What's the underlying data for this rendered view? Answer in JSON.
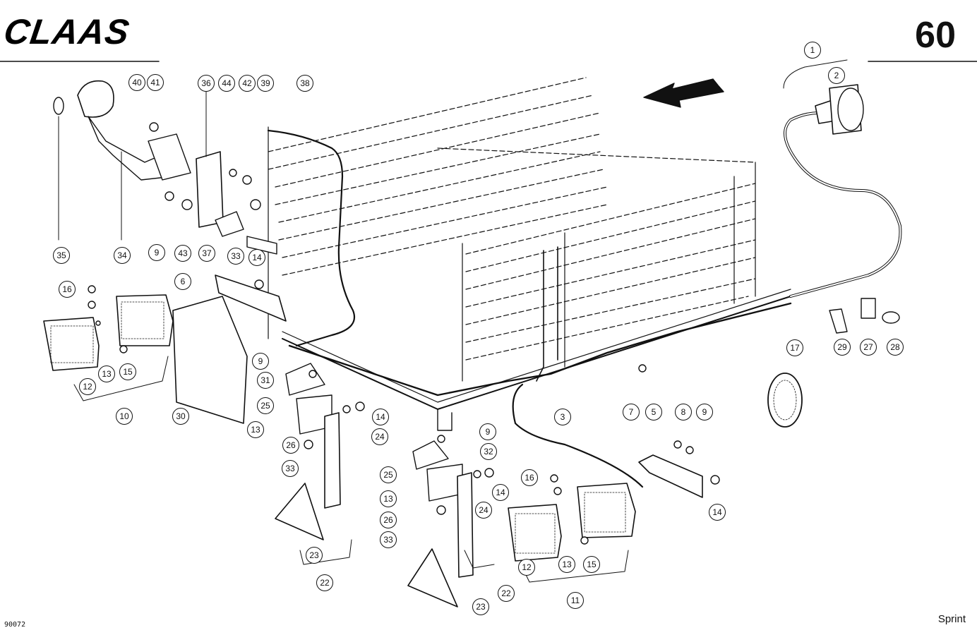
{
  "header": {
    "brand": "CLAAS",
    "page_number": "60"
  },
  "footer": {
    "drawing_number": "90072",
    "model": "Sprint"
  },
  "callouts": [
    "1",
    "2",
    "40",
    "41",
    "36",
    "44",
    "42",
    "39",
    "38",
    "35",
    "34",
    "9",
    "43",
    "37",
    "33",
    "14",
    "6",
    "16",
    "12",
    "13",
    "15",
    "10",
    "30",
    "9",
    "31",
    "25",
    "13",
    "26",
    "33",
    "24",
    "14",
    "23",
    "22",
    "9",
    "32",
    "25",
    "13",
    "26",
    "33",
    "24",
    "14",
    "23",
    "22",
    "3",
    "7",
    "5",
    "8",
    "9",
    "16",
    "12",
    "13",
    "15",
    "11",
    "14",
    "17",
    "29",
    "27",
    "28"
  ]
}
